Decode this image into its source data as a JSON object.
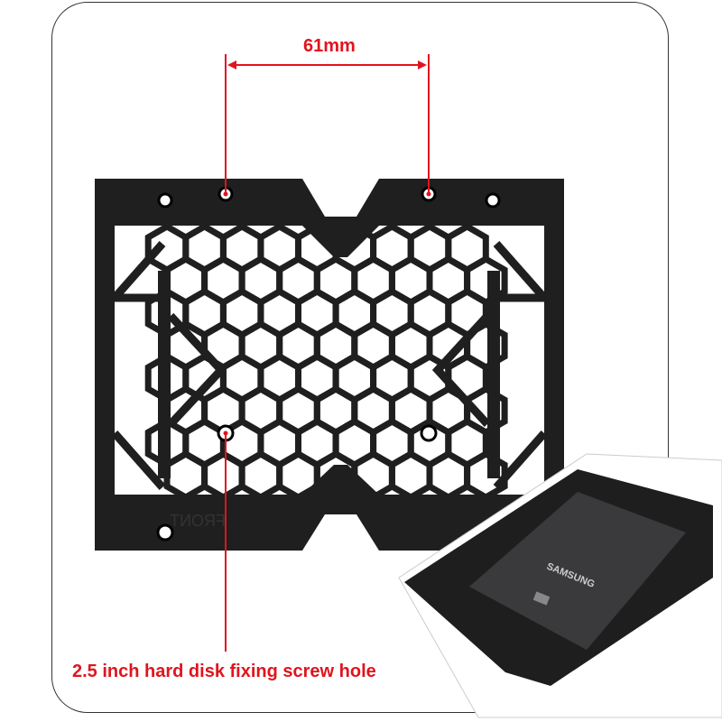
{
  "annotations": {
    "spacing": "61mm",
    "caption": "2.5 inch hard disk fixing screw hole"
  },
  "inset": {
    "ssd_brand": "SAMSUNG"
  },
  "bracket": {
    "embossed_text": "FRONT"
  },
  "colors": {
    "annotation": "#e0141e",
    "bracket": "#1c1c1c",
    "ssd": "#3a3a3c"
  }
}
